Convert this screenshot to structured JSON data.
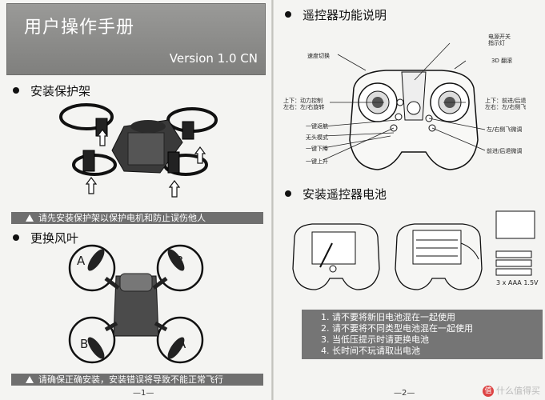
{
  "left": {
    "title": "用户操作手册",
    "version": "Version 1.0 CN",
    "section_install_guard": "安装保护架",
    "warning_guard": "请先安装保护架以保护电机和防止误伤他人",
    "section_replace_prop": "更换风叶",
    "prop_labels": [
      "A",
      "B",
      "B",
      "A"
    ],
    "warning_prop": "请确保正确安装，安装错误将导致不能正常飞行",
    "page_number": "—1—"
  },
  "right": {
    "section_remote": "遥控器功能说明",
    "remote_labels": {
      "power": "电源开关",
      "indicator": "指示灯",
      "speed": "速度切换",
      "flip": "3D 翻滚",
      "left_stick_1": "上下：动力控制",
      "left_stick_2": "左右：左/右旋转",
      "right_stick_1": "上下：前进/后退",
      "right_stick_2": "左右：左/右侧飞",
      "return": "一键返航",
      "headless": "无头模式",
      "descend": "一键下降",
      "ascend": "一键上升",
      "trim_lr": "左/右侧飞微调",
      "trim_fb": "前进/后退微调"
    },
    "section_battery": "安装遥控器电池",
    "battery_spec": "3 x AAA 1.5V",
    "notes": [
      "1. 请不要将新旧电池混在一起使用",
      "2. 请不要将不同类型电池混在一起使用",
      "3. 当低压提示时请更换电池",
      "4. 长时间不玩请取出电池"
    ],
    "page_number": "—2—"
  },
  "watermark": "什么值得买",
  "watermark_icon": "值"
}
